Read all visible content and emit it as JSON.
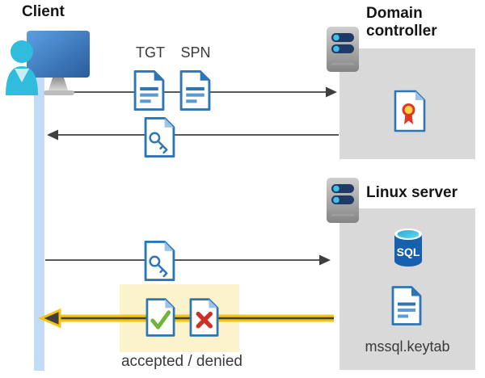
{
  "labels": {
    "client": "Client",
    "domain_controller": "Domain controller",
    "linux_server": "Linux server",
    "tgt": "TGT",
    "spn": "SPN",
    "sql": "SQL",
    "keytab": "mssql.keytab",
    "result": "accepted / denied"
  },
  "icons": {
    "client": "client-workstation-icon",
    "domain_controller": "server-icon",
    "linux_server": "server-icon",
    "tgt_document": "document-icon",
    "spn_document": "document-icon",
    "ticket_from_dc": "key-document-icon",
    "ticket_to_linux": "key-document-icon",
    "certificate": "certificate-document-icon",
    "database": "sql-database-icon",
    "keytab_file": "document-icon",
    "accepted": "check-document-icon",
    "denied": "cross-document-icon"
  },
  "flow": [
    {
      "from": "Client",
      "to": "Domain controller",
      "direction": "right",
      "items": [
        "TGT",
        "SPN"
      ]
    },
    {
      "from": "Domain controller",
      "to": "Client",
      "direction": "left",
      "items": [
        "key ticket"
      ]
    },
    {
      "from": "Client",
      "to": "Linux server",
      "direction": "right",
      "items": [
        "key ticket"
      ]
    },
    {
      "from": "Linux server",
      "to": "Client",
      "direction": "left",
      "items": [
        "accepted / denied"
      ],
      "highlighted": true
    }
  ],
  "colors": {
    "doc_blue": "#2e75b6",
    "doc_line_light": "#5b9bd5",
    "line_gray": "#595959",
    "arrowhead_gray": "#3f3f3f",
    "box_gray": "#d9d9d9",
    "highlight_bg": "#fbf3cb",
    "arrow_yellow": "#f6c40e",
    "lifeline_blue": "#c3dcf6",
    "check_green": "#6fb53c",
    "cross_red": "#ce2f26",
    "sql_blue": "#1760ae",
    "cyan": "#3fc0e8",
    "server_pill_navy": "#1f3a66",
    "cert_red": "#dd3a26",
    "cert_yellow": "#ffd24a"
  }
}
